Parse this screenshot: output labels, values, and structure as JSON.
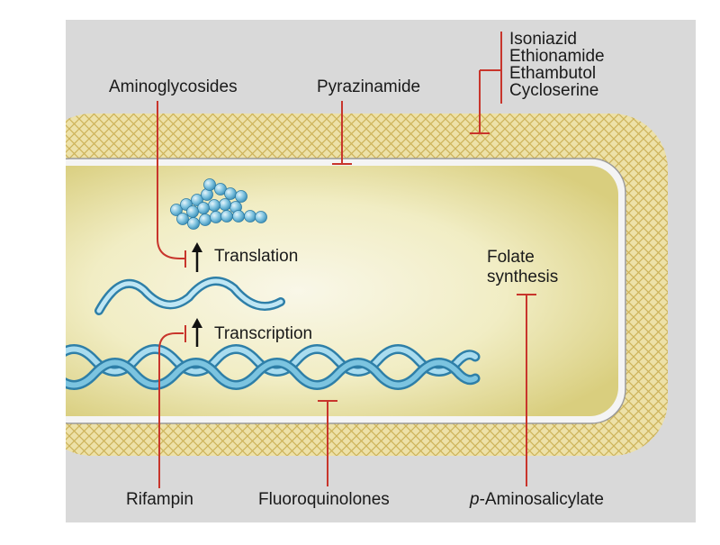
{
  "drugs": {
    "aminoglycosides": "Aminoglycosides",
    "pyrazinamide": "Pyrazinamide",
    "wall_group": [
      "Isoniazid",
      "Ethionamide",
      "Ethambutol",
      "Cycloserine"
    ],
    "rifampin": "Rifampin",
    "fluoroquinolones": "Fluoroquinolones",
    "pas_prefix": "p",
    "pas_rest": "-Aminosalicylate"
  },
  "processes": {
    "translation": "Translation",
    "transcription": "Transcription",
    "folate_line1": "Folate",
    "folate_line2": "synthesis"
  },
  "colors": {
    "background": "#d9d9d9",
    "wall": "#e8d489",
    "cytoplasm": "#efeab0",
    "inhibitor": "#c8352c",
    "dna": "#6fb6d9",
    "text": "#1a1a1a"
  }
}
